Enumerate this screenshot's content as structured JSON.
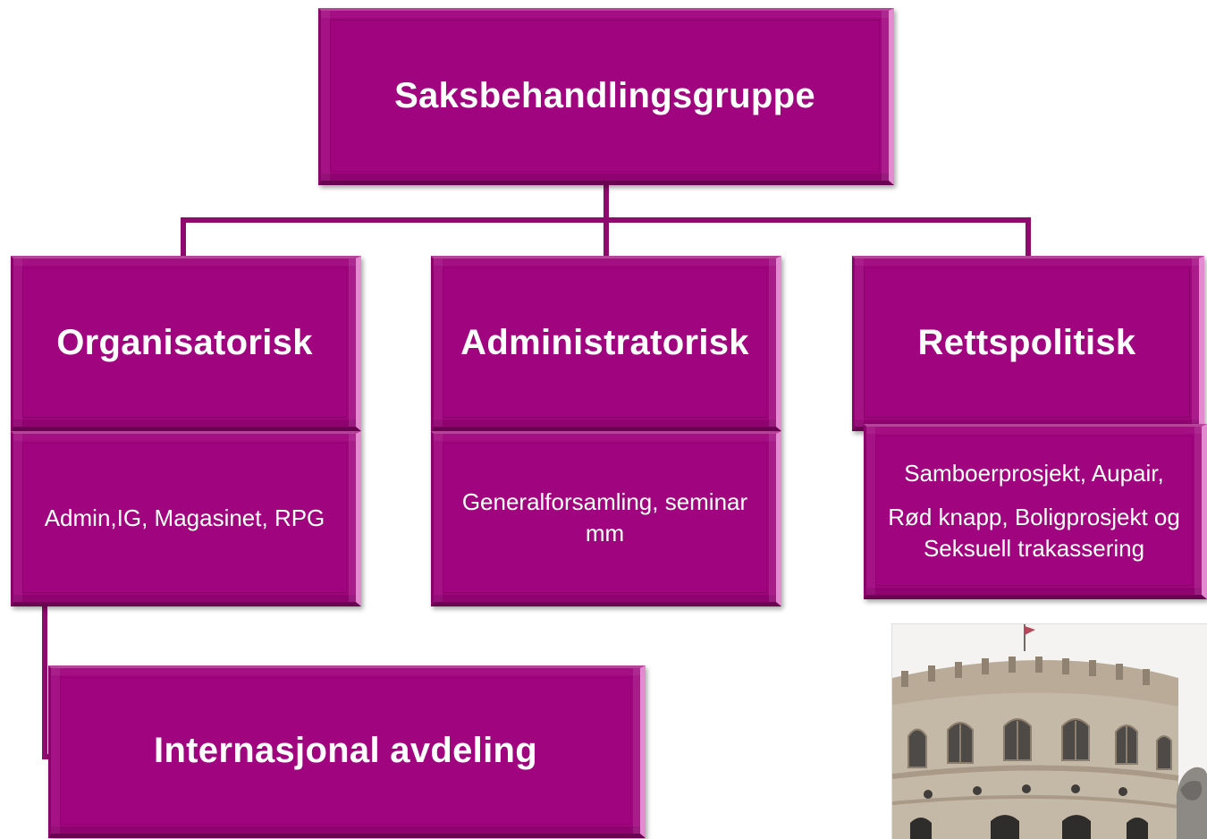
{
  "root": {
    "label": "Saksbehandlingsgruppe"
  },
  "departments": [
    {
      "title": "Organisatorisk",
      "detail": "Admin,IG, Magasinet, RPG"
    },
    {
      "title": "Administratorisk",
      "detail": "Generalforsamling, seminar mm"
    },
    {
      "title": "Rettspolitisk",
      "detail_lines": [
        "Samboerprosjekt, Aupair,",
        "Rød knapp, Boligprosjekt og Seksuell trakassering"
      ]
    }
  ],
  "sub_unit": {
    "label": "Internasjonal avdeling"
  },
  "colors": {
    "box_fill": "#a0047e",
    "connector": "#8f0a6e",
    "text": "#ffffff"
  },
  "photo": {
    "subject": "Stortinget building"
  }
}
